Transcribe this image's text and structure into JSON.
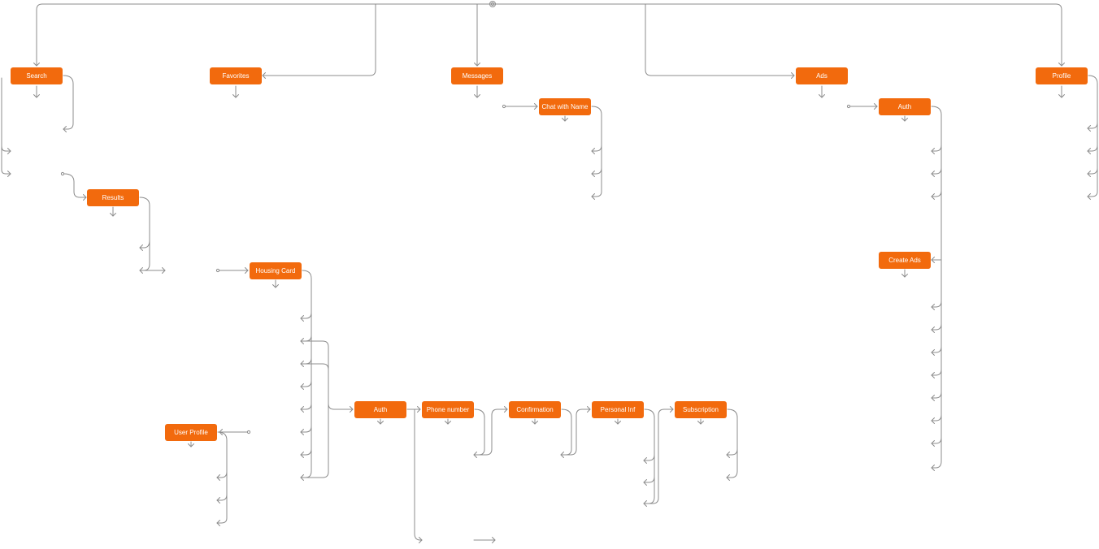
{
  "diagram": {
    "nodes": [
      {
        "id": "search",
        "label": "Search"
      },
      {
        "id": "favorites",
        "label": "Favorites"
      },
      {
        "id": "messages",
        "label": "Messages"
      },
      {
        "id": "ads",
        "label": "Ads"
      },
      {
        "id": "profile",
        "label": "Profile"
      },
      {
        "id": "chat",
        "label": "Chat with Name"
      },
      {
        "id": "auth-ads",
        "label": "Auth"
      },
      {
        "id": "results",
        "label": "Results"
      },
      {
        "id": "housing-card",
        "label": "Housing Card"
      },
      {
        "id": "create-ads",
        "label": "Create Ads"
      },
      {
        "id": "auth-housing",
        "label": "Auth"
      },
      {
        "id": "phone-number",
        "label": "Phone number"
      },
      {
        "id": "confirmation",
        "label": "Confirmation"
      },
      {
        "id": "personal-inf",
        "label": "Personal Inf"
      },
      {
        "id": "subscription",
        "label": "Subscription"
      },
      {
        "id": "user-profile",
        "label": "User Profile"
      }
    ],
    "colors": {
      "node_fill": "#f26a0d",
      "node_text": "#ffffff",
      "connector": "#8c8c8c"
    }
  }
}
